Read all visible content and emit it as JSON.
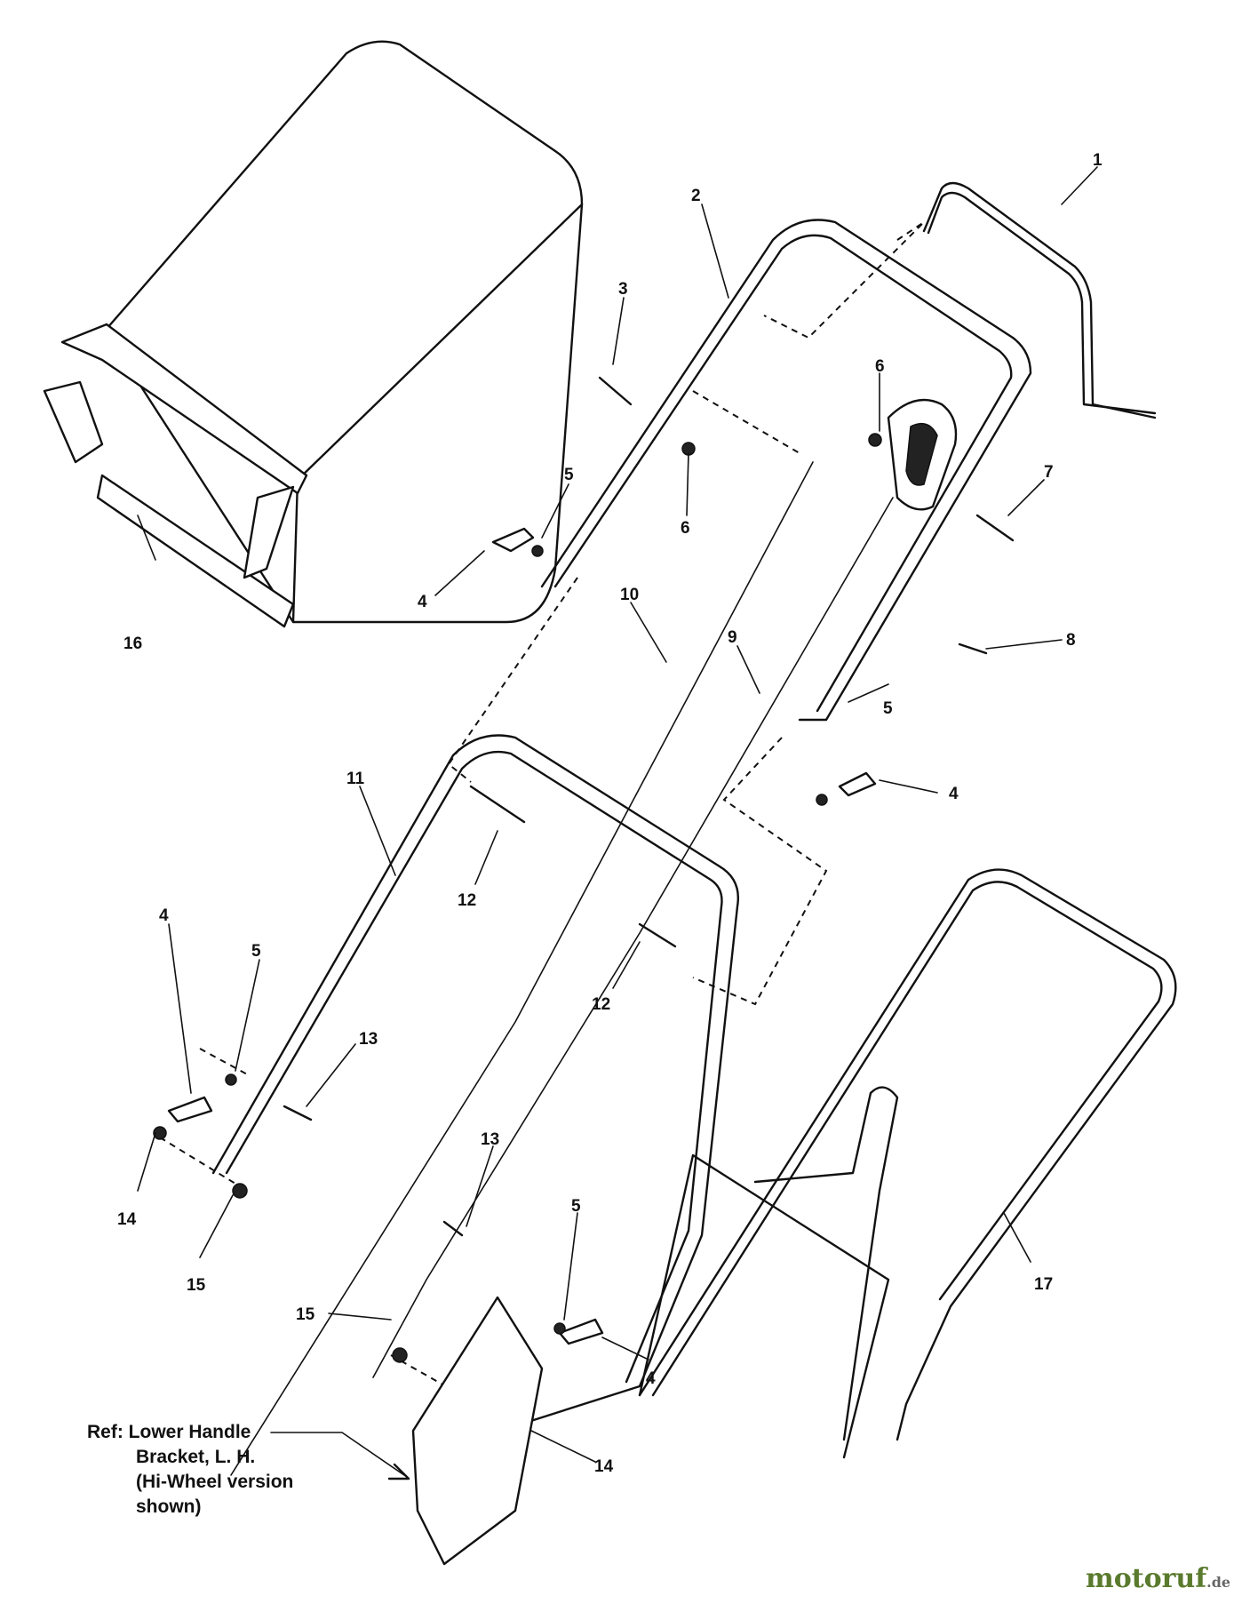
{
  "callouts": [
    "1",
    "2",
    "3",
    "4",
    "5",
    "6",
    "7",
    "8",
    "9",
    "10",
    "11",
    "12",
    "13",
    "14",
    "15",
    "16",
    "17"
  ],
  "reference_note": {
    "line1": "Ref: Lower Handle",
    "line2": "Bracket, L. H.",
    "line3": "(Hi-Wheel version",
    "line4": " shown)"
  },
  "watermark": {
    "text": "motoruf",
    "suffix": ".de",
    "colors": [
      "#7aa23a",
      "#3b62b4",
      "#c8453a",
      "#e3a31b"
    ]
  }
}
